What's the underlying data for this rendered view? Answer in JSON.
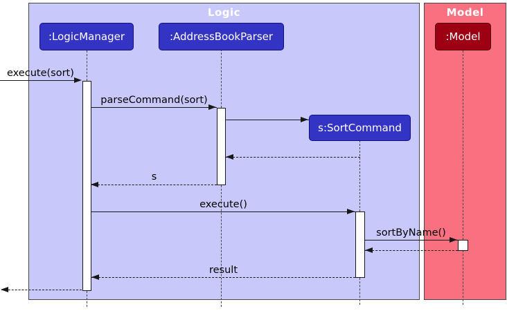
{
  "diagram": {
    "frames": {
      "logic": {
        "label": "Logic"
      },
      "model": {
        "label": "Model"
      }
    },
    "participants": {
      "logic_manager": {
        "label": ":LogicManager"
      },
      "address_book_parser": {
        "label": ":AddressBookParser"
      },
      "sort_command": {
        "label": "s:SortCommand"
      },
      "model": {
        "label": ":Model"
      }
    },
    "messages": {
      "execute_sort": {
        "label": "execute(sort)",
        "type": "solid"
      },
      "parse_command": {
        "label": "parseCommand(sort)",
        "type": "solid"
      },
      "create_sort_command": {
        "label": "",
        "type": "solid"
      },
      "return_to_parser": {
        "label": "",
        "type": "dashed"
      },
      "return_s": {
        "label": "s",
        "type": "dashed"
      },
      "execute": {
        "label": "execute()",
        "type": "solid"
      },
      "sort_by_name": {
        "label": "sortByName()",
        "type": "solid"
      },
      "return_to_sort_command": {
        "label": "",
        "type": "dashed"
      },
      "return_result": {
        "label": "result",
        "type": "dashed"
      },
      "final_return": {
        "label": "",
        "type": "dashed"
      }
    },
    "colors": {
      "page_bg": "#FFFFFF",
      "logic_frame_bg": "#C8C8FA",
      "logic_participant_bg": "#3333C4",
      "logic_participant_border": "#101086",
      "model_frame_bg": "#F97181",
      "model_participant_bg": "#9D0012",
      "model_participant_border": "#51000A",
      "frame_border": "#454545",
      "frame_title_text": "#FFFFFF",
      "participant_text": "#FFFFFF",
      "message_text": "#000000",
      "line_color": "#181818",
      "lifeline_color": "#454545",
      "activation_bg": "#FFFFFF",
      "activation_border": "#181818"
    }
  }
}
